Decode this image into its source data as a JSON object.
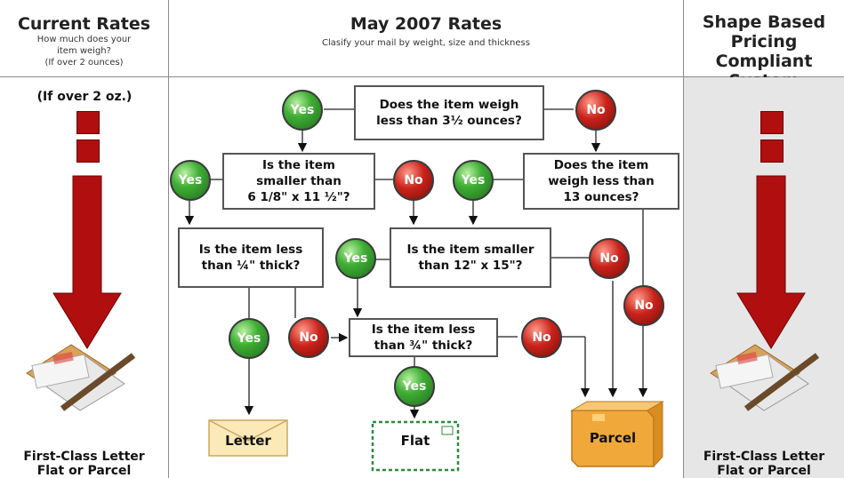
{
  "left": {
    "title": "Current Rates",
    "sub1": "How much does your",
    "sub2": "item weigh?",
    "sub3": "(If over 2 ounces)",
    "weight_note": "(If over 2 oz.)",
    "result1": "First-Class Letter",
    "result2": "Flat or Parcel"
  },
  "middle": {
    "title": "May 2007 Rates",
    "subtitle": "Clasify your mail by weight, size and thickness",
    "questions": {
      "q1a": "Does the item weigh",
      "q1b": "less than 3½ ounces?",
      "q2a": "Is the item",
      "q2b": "smaller  than",
      "q2c": "6 1/8\" x 11 ½\"?",
      "q3a": "Does the item",
      "q3b": "weigh less than",
      "q3c": "13 ounces?",
      "q4a": "Is the item less",
      "q4b": "than ¼\" thick?",
      "q5a": "Is the item smaller",
      "q5b": "than 12\" x 15\"?",
      "q6a": "Is the item less",
      "q6b": "than ¾\" thick?"
    },
    "yes": "Yes",
    "no": "No",
    "outcomes": {
      "letter": "Letter",
      "flat": "Flat",
      "parcel": "Parcel"
    }
  },
  "right": {
    "title1": "Shape Based",
    "title2": "Pricing Compliant",
    "title3": "System",
    "result1": "First-Class Letter",
    "result2": "Flat or Parcel"
  },
  "colors": {
    "yes": "#3fae35",
    "no": "#c9231b",
    "arrow": "#b10f0f",
    "right_bg": "#e6e6e6"
  }
}
